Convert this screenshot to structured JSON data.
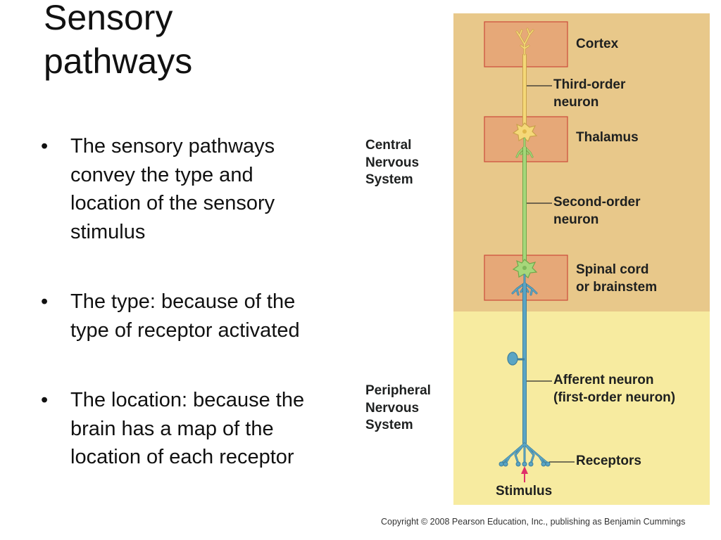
{
  "slide": {
    "title_lines": [
      "Sensory",
      "pathways"
    ],
    "bullets": [
      [
        "The sensory pathways",
        "convey the type and",
        "location of the sensory",
        "stimulus"
      ],
      [
        "The type: because of the",
        "type of receptor activated"
      ],
      [
        "The location: because the",
        "brain has a map of the",
        "location of each receptor"
      ]
    ]
  },
  "diagram": {
    "side_labels": {
      "cns": [
        "Central",
        "Nervous",
        "System"
      ],
      "pns": [
        "Peripheral",
        "Nervous",
        "System"
      ]
    },
    "labels": {
      "cortex": "Cortex",
      "third_order": [
        "Third-order",
        "neuron"
      ],
      "thalamus": "Thalamus",
      "second_order": [
        "Second-order",
        "neuron"
      ],
      "spinal": [
        "Spinal cord",
        "or brainstem"
      ],
      "afferent": [
        "Afferent neuron",
        "(first-order neuron)"
      ],
      "receptors": "Receptors",
      "stimulus": "Stimulus"
    },
    "colors": {
      "cns_background": "#e8c88a",
      "pns_background": "#f7eba0",
      "region_box": "#e6a878",
      "region_border": "#cc4a3a",
      "third_order_neuron": "#f5d878",
      "second_order_neuron": "#a6d77a",
      "first_order_neuron": "#5aa5c4",
      "stimulus_arrow": "#e0306a"
    }
  },
  "footer": {
    "copyright": "Copyright © 2008 Pearson Education, Inc., publishing as Benjamin Cummings"
  }
}
